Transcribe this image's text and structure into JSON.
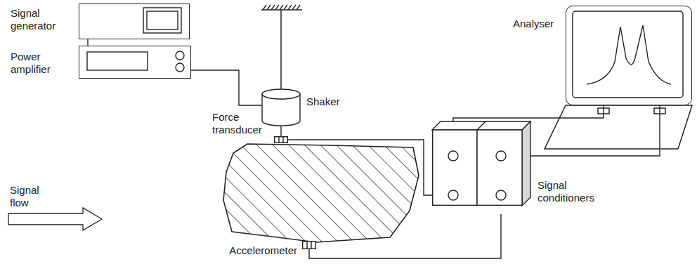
{
  "diagram": {
    "nodes": [
      {
        "text": [
          "Signal generator"
        ]
      },
      {
        "text": [
          "Power amplifier"
        ]
      },
      {
        "text": [
          "Shaker"
        ]
      },
      {
        "text": [
          "Force transducer"
        ]
      },
      {
        "text": [
          "Accelerometer"
        ]
      },
      {
        "text": [
          "Signal conditioners"
        ]
      },
      {
        "text": [
          "Analyser"
        ]
      }
    ],
    "edges": [
      {
        "from": 0,
        "to": 1,
        "arrow": "none"
      },
      {
        "from": 1,
        "to": 2,
        "arrow": "none"
      },
      {
        "from": 2,
        "to": 3,
        "arrow": "none"
      },
      {
        "from": 3,
        "to": 5,
        "arrow": "none"
      },
      {
        "from": 4,
        "to": 5,
        "arrow": "none"
      },
      {
        "from": 6,
        "to": 5,
        "arrow": "none"
      },
      {
        "from": 6,
        "to": 5,
        "arrow": "none"
      }
    ],
    "labels": [
      "Signal flow"
    ]
  }
}
